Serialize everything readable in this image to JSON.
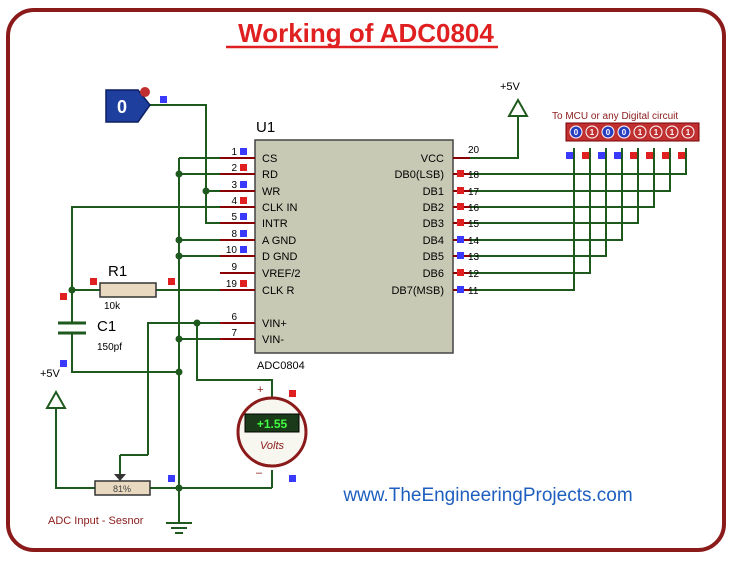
{
  "title": "Working of ADC0804",
  "website": "www.TheEngineeringProjects.com",
  "chip": {
    "ref": "U1",
    "name": "ADC0804",
    "left_pins": [
      {
        "num": "1",
        "label": "CS"
      },
      {
        "num": "2",
        "label": "RD"
      },
      {
        "num": "3",
        "label": "WR"
      },
      {
        "num": "4",
        "label": "CLK IN"
      },
      {
        "num": "5",
        "label": "INTR"
      },
      {
        "num": "8",
        "label": "A GND"
      },
      {
        "num": "10",
        "label": "D GND"
      },
      {
        "num": "9",
        "label": "VREF/2"
      },
      {
        "num": "19",
        "label": "CLK R"
      },
      {
        "num": "6",
        "label": "VIN+"
      },
      {
        "num": "7",
        "label": "VIN-"
      }
    ],
    "right_pins": [
      {
        "num": "20",
        "label": "VCC"
      },
      {
        "num": "18",
        "label": "DB0(LSB)"
      },
      {
        "num": "17",
        "label": "DB1"
      },
      {
        "num": "16",
        "label": "DB2"
      },
      {
        "num": "15",
        "label": "DB3"
      },
      {
        "num": "14",
        "label": "DB4"
      },
      {
        "num": "13",
        "label": "DB5"
      },
      {
        "num": "12",
        "label": "DB6"
      },
      {
        "num": "11",
        "label": "DB7(MSB)"
      }
    ]
  },
  "logic_input": {
    "value": "0"
  },
  "vcc_label": "+5V",
  "vcc_left_label": "+5V",
  "resistor": {
    "ref": "R1",
    "value": "10k"
  },
  "capacitor": {
    "ref": "C1",
    "value": "150pf"
  },
  "voltmeter": {
    "reading": "+1.55",
    "unit": "Volts",
    "plus": "+",
    "minus": "–"
  },
  "pot": {
    "value": "81%",
    "label": "ADC Input - Sesnor"
  },
  "output": {
    "label": "To MCU or any Digital circuit",
    "bits": [
      "0",
      "1",
      "0",
      "0",
      "1",
      "1",
      "1",
      "1"
    ]
  }
}
